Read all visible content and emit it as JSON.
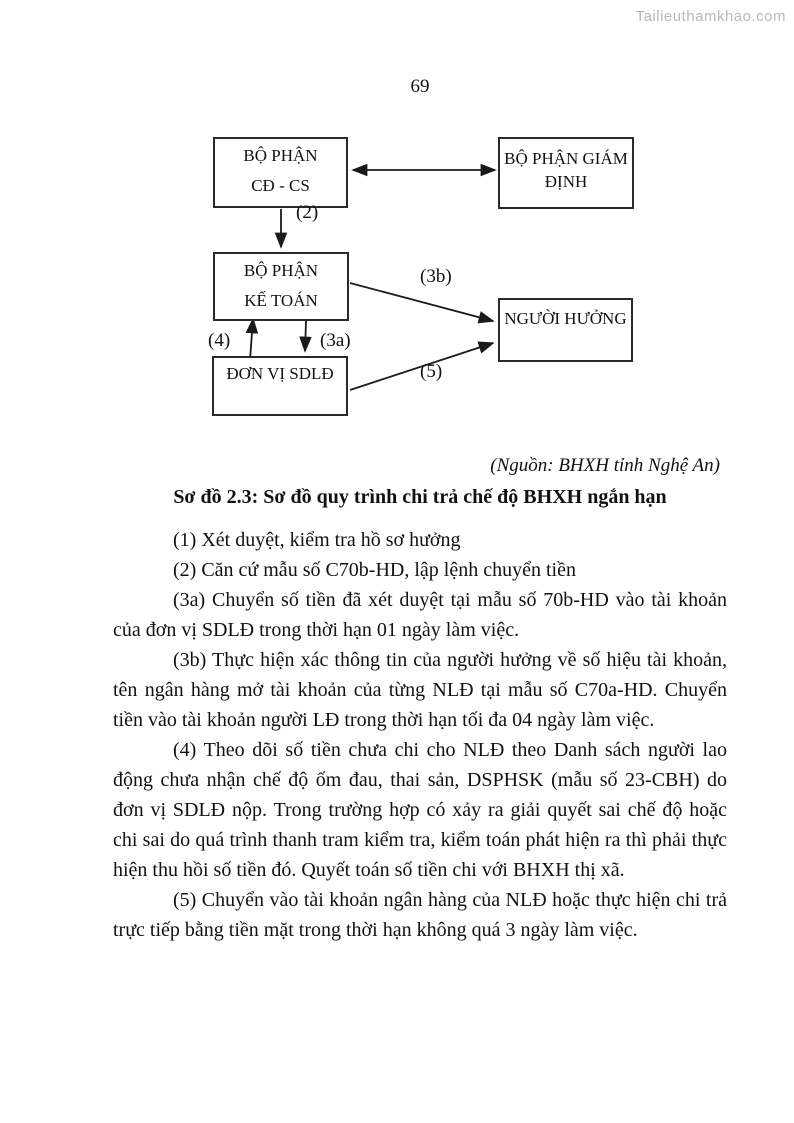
{
  "watermark": "Tailieuthamkhao.com",
  "page_number": "69",
  "diagram": {
    "boxes": {
      "cd_cs": {
        "line1": "BỘ PHẬN",
        "line2": "CĐ - CS"
      },
      "giam_dinh": {
        "line1": "BỘ PHẬN GIÁM",
        "line2": "ĐỊNH"
      },
      "ke_toan": {
        "line1": "BỘ PHẬN",
        "line2": "KẾ TOÁN"
      },
      "don_vi_sdld": {
        "label": "ĐƠN VỊ SDLĐ"
      },
      "nguoi_huong": {
        "label": "NGƯỜI HƯỞNG"
      }
    },
    "arrow_labels": {
      "step2": "(2)",
      "step3a": "(3a)",
      "step3b": "(3b)",
      "step4": "(4)",
      "step5": "(5)"
    }
  },
  "source_note": "(Nguồn: BHXH tỉnh Nghệ An)",
  "figure_title": "Sơ đồ 2.3: Sơ đồ quy trình chi trả chế độ BHXH ngắn hạn",
  "paragraphs": [
    "(1) Xét duyệt, kiểm tra hồ sơ hưởng",
    "(2) Căn cứ mẫu số C70b-HD, lập lệnh chuyển tiền",
    "(3a) Chuyển số tiền đã xét duyệt tại mẫu số 70b-HD vào tài khoản của đơn vị SDLĐ trong thời hạn 01 ngày làm việc.",
    "(3b) Thực hiện xác thông tin của người hưởng về số hiệu tài khoản, tên ngân hàng mở tài khoản của từng NLĐ tại mẫu số C70a-HD. Chuyển tiền vào tài khoản người LĐ trong thời hạn tối đa 04 ngày làm việc.",
    "(4) Theo dõi số tiền chưa chi cho NLĐ theo Danh sách người lao động chưa nhận chế độ ốm đau, thai sản, DSPHSK (mẫu số 23-CBH) do đơn vị SDLĐ nộp. Trong trường hợp có xảy ra giải quyết sai chế độ hoặc chi sai do quá trình thanh tram kiểm tra, kiểm toán phát hiện ra thì phải thực hiện thu hồi số tiền đó. Quyết toán số tiền chi với BHXH thị xã.",
    "(5) Chuyển vào tài khoản ngân hàng của NLĐ hoặc thực hiện chi trả trực tiếp bằng tiền mặt trong thời hạn không quá 3 ngày làm việc."
  ]
}
